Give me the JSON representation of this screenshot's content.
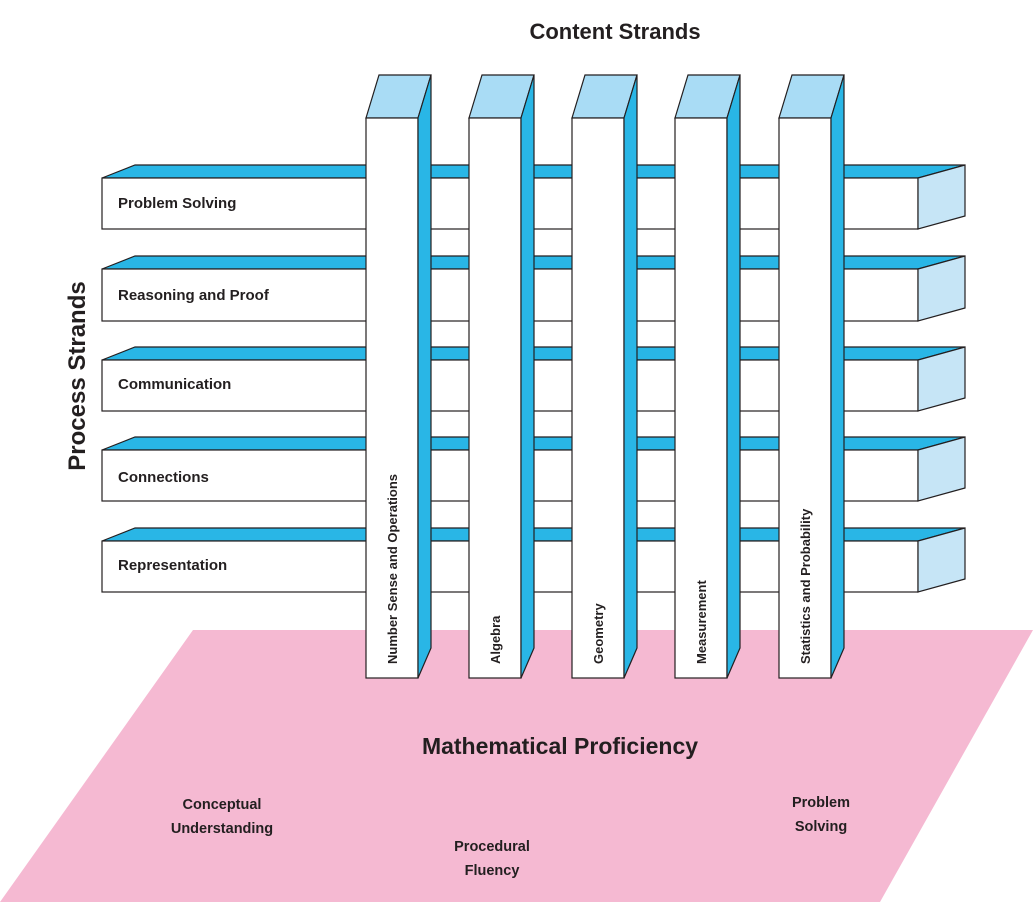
{
  "content_strands_title": "Content Strands",
  "process_strands_title": "Process Strands",
  "process_strands": [
    "Problem Solving",
    "Reasoning and Proof",
    "Communication",
    "Connections",
    "Representation"
  ],
  "content_strands": [
    "Number Sense and Operations",
    "Algebra",
    "Geometry",
    "Measurement",
    "Statistics and Probability"
  ],
  "proficiency": {
    "title": "Mathematical Proficiency",
    "conceptual_line1": "Conceptual",
    "conceptual_line2": "Understanding",
    "procedural_line1": "Procedural",
    "procedural_line2": "Fluency",
    "problem_line1": "Problem",
    "problem_line2": "Solving"
  },
  "colors": {
    "bar_top": "#29b6e6",
    "bar_end": "#c6e5f6",
    "pillar_top": "#a9dcf5",
    "pillar_side": "#29b6e6",
    "plane": "#f5b9d2",
    "outline": "#231f20"
  }
}
